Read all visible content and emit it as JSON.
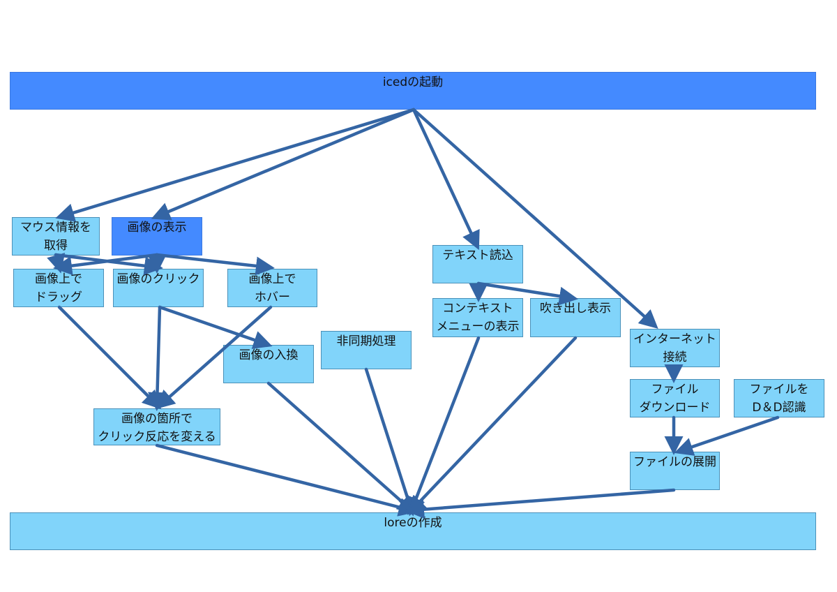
{
  "nodes": {
    "iced_start": "icedの起動",
    "mouse_info": "マウス情報を\n取得",
    "image_display": "画像の表示",
    "text_read": "テキスト読込",
    "drag_on_image": "画像上で\nドラッグ",
    "image_click": "画像のクリック",
    "hover_on_image": "画像上で\nホバー",
    "context_menu": "コンテキスト\nメニューの表示",
    "speech_bubble": "吹き出し表示",
    "internet": "インターネット\n接続",
    "image_swap": "画像の入換",
    "async": "非同期処理",
    "file_download": "ファイル\nダウンロード",
    "file_dnd": "ファイルを\nD＆D認識",
    "region_click": "画像の箇所で\nクリック反応を変える",
    "file_extract": "ファイルの展開",
    "lore_create": "loreの作成"
  },
  "colors": {
    "node_fill": "#81d4fa",
    "node_fill_highlight": "#448aff",
    "edge": "#3465a4"
  }
}
